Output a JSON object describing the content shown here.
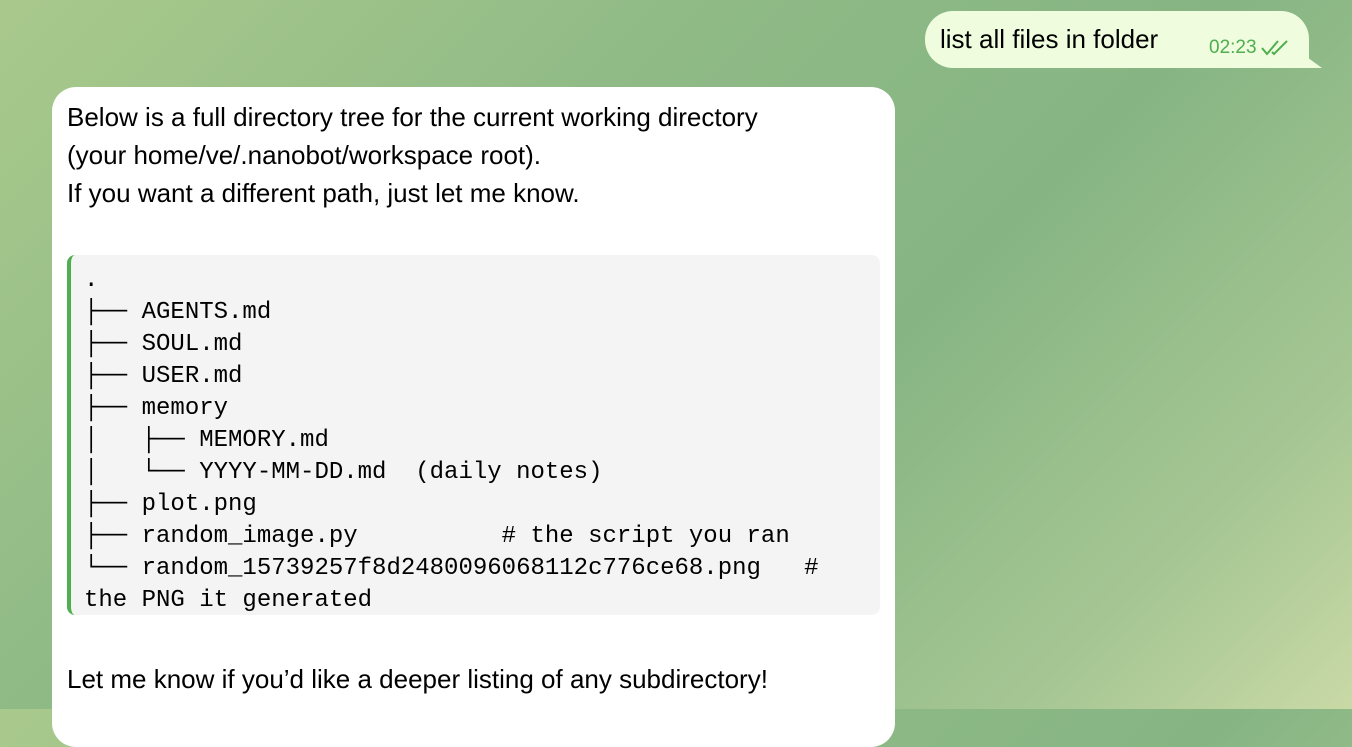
{
  "outgoing": {
    "text": "list all files in folder",
    "time": "02:23",
    "status_icon": "double-check-icon"
  },
  "incoming": {
    "intro": [
      "Below is a full directory tree for the current working directory",
      "(your home/ve/.nanobot/workspace root).",
      "If you want a different path, just let me know."
    ],
    "code_lines": [
      ".",
      "├── AGENTS.md",
      "├── SOUL.md",
      "├── USER.md",
      "├── memory",
      "│   ├── MEMORY.md",
      "│   └── YYYY-MM-DD.md  (daily notes)",
      "├── plot.png",
      "├── random_image.py          # the script you ran",
      "└── random_15739257f8d2480096068112c776ce68.png   # the PNG it generated"
    ],
    "footer": "Let me know if you’d like a deeper listing of any subdirectory!"
  },
  "colors": {
    "accent": "#4fae4e",
    "outgoing_bg": "#effdde"
  }
}
